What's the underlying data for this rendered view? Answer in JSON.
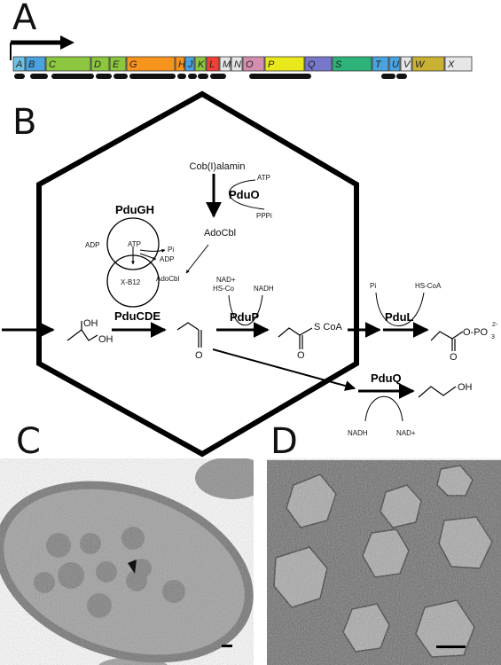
{
  "panels": {
    "a": "A",
    "b": "B",
    "c": "C",
    "d": "D"
  },
  "operon": {
    "genes": [
      {
        "label": "A",
        "color": "#6ec1e4"
      },
      {
        "label": "B",
        "color": "#4aa3df"
      },
      {
        "label": "C",
        "color": "#8dc63f"
      },
      {
        "label": "D",
        "color": "#8dc63f"
      },
      {
        "label": "E",
        "color": "#8dc63f"
      },
      {
        "label": "G",
        "color": "#f7941d"
      },
      {
        "label": "H",
        "color": "#f7941d"
      },
      {
        "label": "J",
        "color": "#4aa3df"
      },
      {
        "label": "K",
        "color": "#8dc63f"
      },
      {
        "label": "L",
        "color": "#ef4136"
      },
      {
        "label": "M",
        "color": "#e6e6e6"
      },
      {
        "label": "N",
        "color": "#e6e6e6"
      },
      {
        "label": "O",
        "color": "#d48fb0"
      },
      {
        "label": "P",
        "color": "#e8e81a"
      },
      {
        "label": "Q",
        "color": "#7777cc"
      },
      {
        "label": "S",
        "color": "#2db37a"
      },
      {
        "label": "T",
        "color": "#4aa3df"
      },
      {
        "label": "U",
        "color": "#4aa3df"
      },
      {
        "label": "V",
        "color": "#e6e6e6"
      },
      {
        "label": "W",
        "color": "#c9b233"
      },
      {
        "label": "X",
        "color": "#e6e6e6"
      }
    ]
  },
  "pathway": {
    "cobalamin": "Cob(I)alamin",
    "atp_top": "ATP",
    "pduo": "PduO",
    "pppi": "PPPi",
    "adocbl_mid": "AdoCbl",
    "pdugh": "PduGH",
    "adp1": "ADP",
    "atp_cycle": "ATP",
    "pi1": "Pi",
    "adp2": "ADP",
    "xb12": "X-B12",
    "adocbl_cycle": "AdoCbl",
    "pducde": "PduCDE",
    "oh1": "OH",
    "oh2": "OH",
    "o_ald": "O",
    "nadp": "NAD+",
    "hsco": "HS-Co",
    "nadh_p": "NADH",
    "pdup": "PduP",
    "s_coa": "S CoA",
    "o_coa": "O",
    "pi_l": "Pi",
    "hscoa_l": "HS-CoA",
    "pdul": "PduL",
    "o_po3": "O-PO",
    "po3_sub": "3",
    "po3_sup": "2-",
    "o_final": "O",
    "pduq": "PduQ",
    "oh_final": "OH",
    "nadh_q": "NADH",
    "nad_q": "NAD+"
  },
  "colors": {
    "line": "#000000",
    "hexagon": "#000000"
  }
}
